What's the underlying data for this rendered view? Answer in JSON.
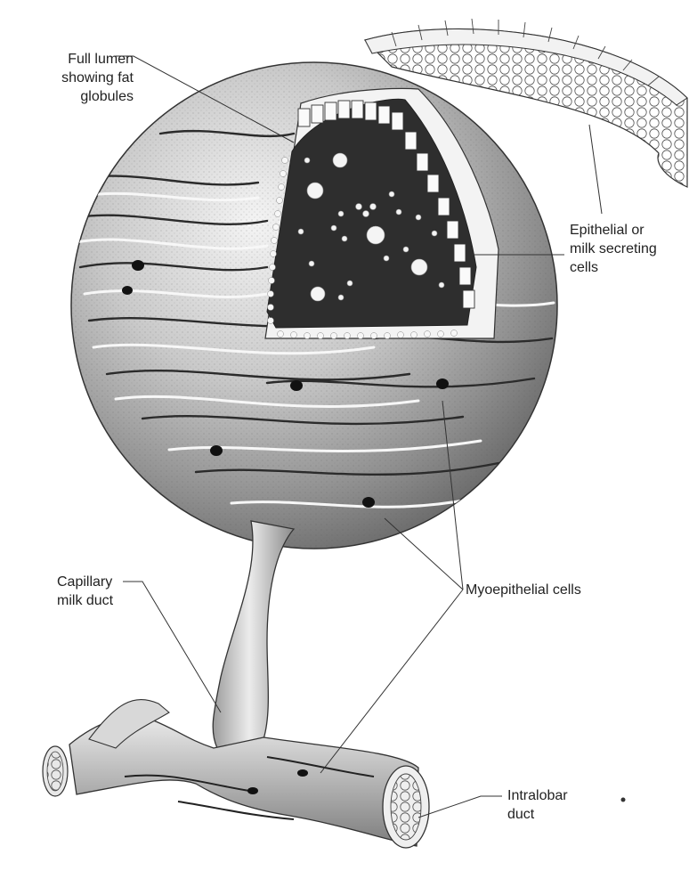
{
  "labels": {
    "full_lumen": [
      "Full lumen",
      "showing fat",
      "globules"
    ],
    "epithelial": [
      "Epithelial or",
      "milk secreting",
      "cells"
    ],
    "capillary": [
      "Capillary",
      "milk duct"
    ],
    "myoepithelial": [
      "Myoepithelial cells"
    ],
    "intralobar": [
      "Intralobar",
      "duct"
    ]
  },
  "colors": {
    "ink": "#222222",
    "shade": "#9a9a9a",
    "lumen": "#2e2e2e",
    "paper": "#ffffff"
  }
}
